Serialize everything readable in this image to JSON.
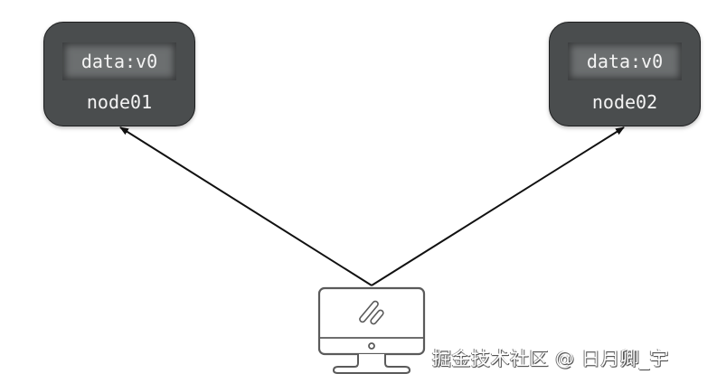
{
  "diagram": {
    "type": "replication-client-read",
    "nodes": [
      {
        "id": "node01",
        "label": "node01",
        "data": "data:v0"
      },
      {
        "id": "node02",
        "label": "node02",
        "data": "data:v0"
      }
    ],
    "client": {
      "icon": "desktop-monitor-icon"
    },
    "edges": [
      {
        "from": "client",
        "to": "node01",
        "arrow": "to"
      },
      {
        "from": "client",
        "to": "node02",
        "arrow": "to"
      }
    ],
    "colors": {
      "node_fill": "#4a4d4e",
      "node_border": "#1e1f20",
      "data_box_fill": "#6c6f70",
      "text": "#f4f4f4",
      "edge": "#111111",
      "monitor_stroke": "#5a5a5a"
    }
  },
  "watermark": {
    "text": "掘金技术社区 @ 日月卿_宇"
  }
}
